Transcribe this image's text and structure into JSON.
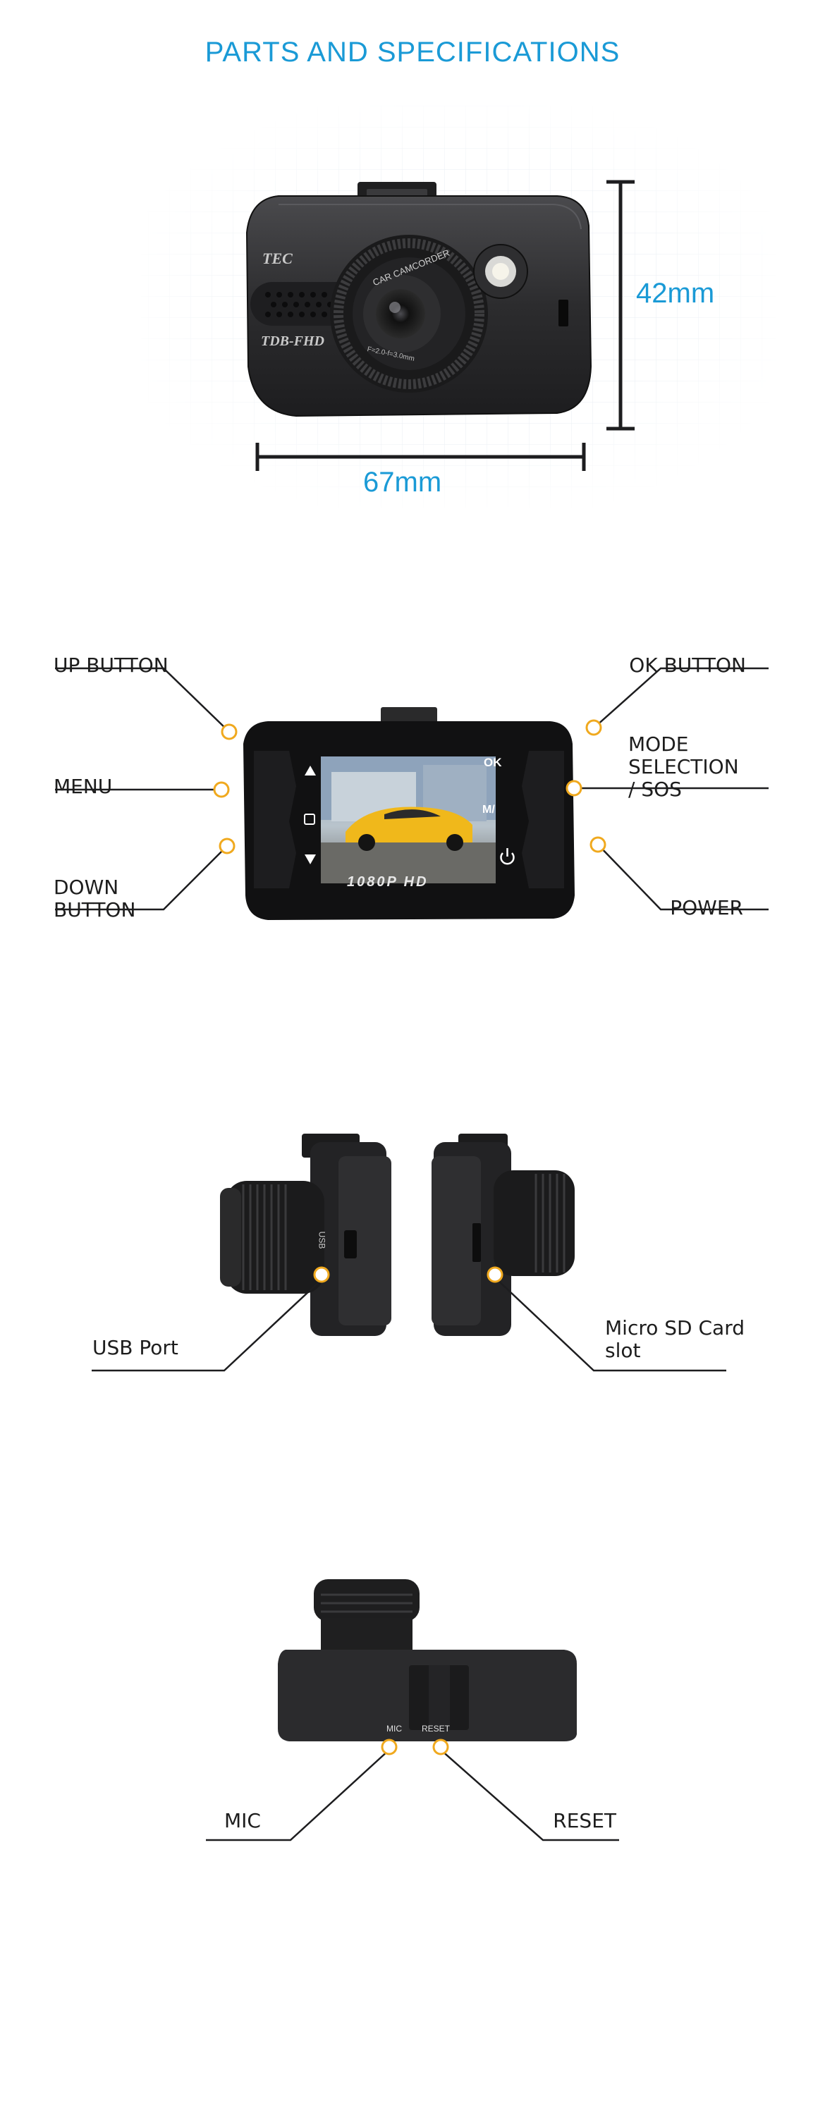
{
  "page": {
    "title": "PARTS AND SPECIFICATIONS"
  },
  "dimensions": {
    "height": "42mm",
    "width": "67mm"
  },
  "device_front": {
    "brand": "TEC",
    "model": "TDB-FHD",
    "lens_text_1": "CAR CAMCORDER",
    "lens_text_2": "F=2.0-f=3.0mm"
  },
  "screen_face": {
    "ok_text": "OK",
    "mode_text": "M/",
    "resolution_text": "1080P HD"
  },
  "labels": {
    "up_button": "UP BUTTON",
    "menu": "MENU",
    "down_button_1": "DOWN",
    "down_button_2": "BUTTON",
    "ok_button": "OK BUTTON",
    "mode_1": "MODE",
    "mode_2": "SELECTION",
    "mode_3": "/ SOS",
    "power": "POWER",
    "usb_port": "USB Port",
    "sd_1": "Micro SD Card",
    "sd_2": "slot",
    "mic": "MIC",
    "reset": "RESET"
  },
  "side_view": {
    "usb_text": "USB"
  },
  "bottom_view": {
    "mic_text": "MIC",
    "reset_text": "RESET"
  },
  "colors": {
    "accent": "#1a9ad6",
    "marker": "#f0a91e",
    "body": "#2a2a2c"
  }
}
